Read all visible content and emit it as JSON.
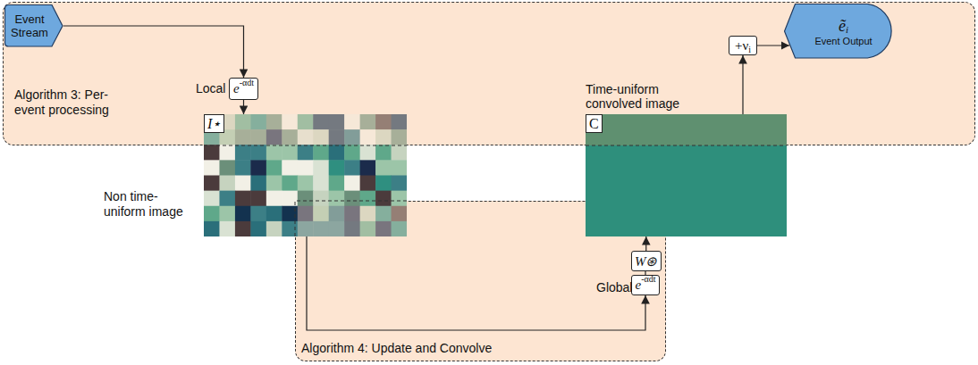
{
  "diagram": {
    "nodes": [
      {
        "text": [
          "Algorithm 3: Per-event processing"
        ]
      },
      {
        "text": [
          "Algorithm 4: Update and Convolve"
        ]
      },
      {
        "text": [
          "Event Stream"
        ],
        "in": 0
      },
      {
        "text": [
          "e",
          "-αdt"
        ],
        "in": 0
      },
      {
        "text": [
          "I⋆",
          "Non time-uniform image"
        ]
      },
      {
        "text": [
          "C",
          "Time-uniform convolved image"
        ]
      },
      {
        "text": [
          "+ν",
          "i"
        ],
        "in": 0
      },
      {
        "text": [
          "ẽ",
          "i",
          "Event Output"
        ],
        "in": 0
      },
      {
        "text": [
          "W⊛"
        ],
        "in": 1
      },
      {
        "text": [
          "e",
          "-αdt"
        ],
        "in": 1
      }
    ],
    "edges": [
      {
        "from": 2,
        "to": 3,
        "arrow": "to"
      },
      {
        "from": 3,
        "to": 4,
        "arrow": "to"
      },
      {
        "from": 4,
        "to": 9,
        "arrow": "to"
      },
      {
        "from": 9,
        "to": 8,
        "arrow": "none"
      },
      {
        "from": 8,
        "to": 5,
        "arrow": "to"
      },
      {
        "from": 5,
        "to": 6,
        "arrow": "to"
      },
      {
        "from": 6,
        "to": 7,
        "arrow": "to"
      }
    ],
    "labels": [
      "Local",
      "Global"
    ]
  }
}
